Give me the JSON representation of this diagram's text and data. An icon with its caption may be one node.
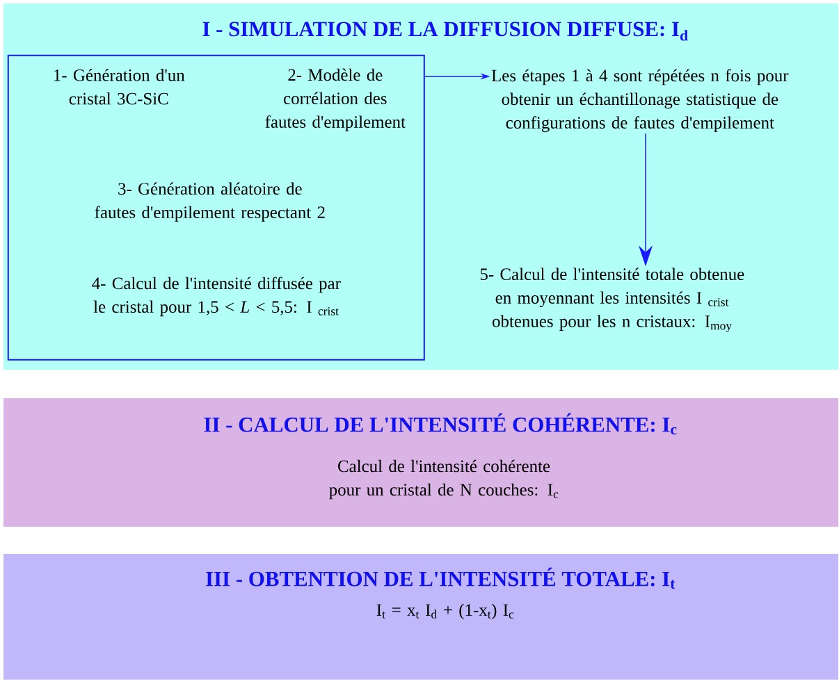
{
  "diagram": {
    "nodes": [
      {
        "text": [
          "I -  SIMULATION DE LA DIFFUSION DIFFUSE: I$_{d}$"
        ]
      },
      {
        "text": [],
        "shape": "box",
        "in": 0
      },
      {
        "text": [
          "1- Génération d'un cristal 3C-SiC"
        ],
        "in": 1
      },
      {
        "text": [
          "2- Modèle de corrélation des fautes d'empilement"
        ],
        "in": 1
      },
      {
        "text": [
          "3- Génération aléatoire de fautes d'empilement respectant 2"
        ],
        "in": 1
      },
      {
        "text": [
          "4- Calcul de l'intensité diffusée par le cristal pour 1,5 < *L* < 5,5: I $_{crist}$"
        ],
        "in": 1
      },
      {
        "text": [
          "Les étapes 1 à 4 sont répétées n fois pour obtenir un échantillonage statistique de configurations de fautes d'empilement"
        ],
        "in": 0
      },
      {
        "text": [
          "5- Calcul de l'intensité totale obtenue en moyennant les intensités I $_{crist}$ obtenues pour les n cristaux: I$_{moy}$"
        ],
        "in": 0
      },
      {
        "text": [
          "II - CALCUL DE L'INTENSITÉ COHÉRENTE: I$_{c}$",
          "Calcul de l'intensité cohérente pour un cristal de N couches: I$_{c}$"
        ]
      },
      {
        "text": [
          "III - OBTENTION DE L'INTENSITÉ TOTALE: I$_{t}$",
          "I$_{t}$ = x$_{t}$ I$_{d}$ + (1-x$_{t}$) I$_{c}$"
        ]
      }
    ],
    "edges": [
      {
        "from": 1,
        "to": 6,
        "arrow": "to"
      },
      {
        "from": 6,
        "to": 7,
        "arrow": "to"
      }
    ]
  }
}
